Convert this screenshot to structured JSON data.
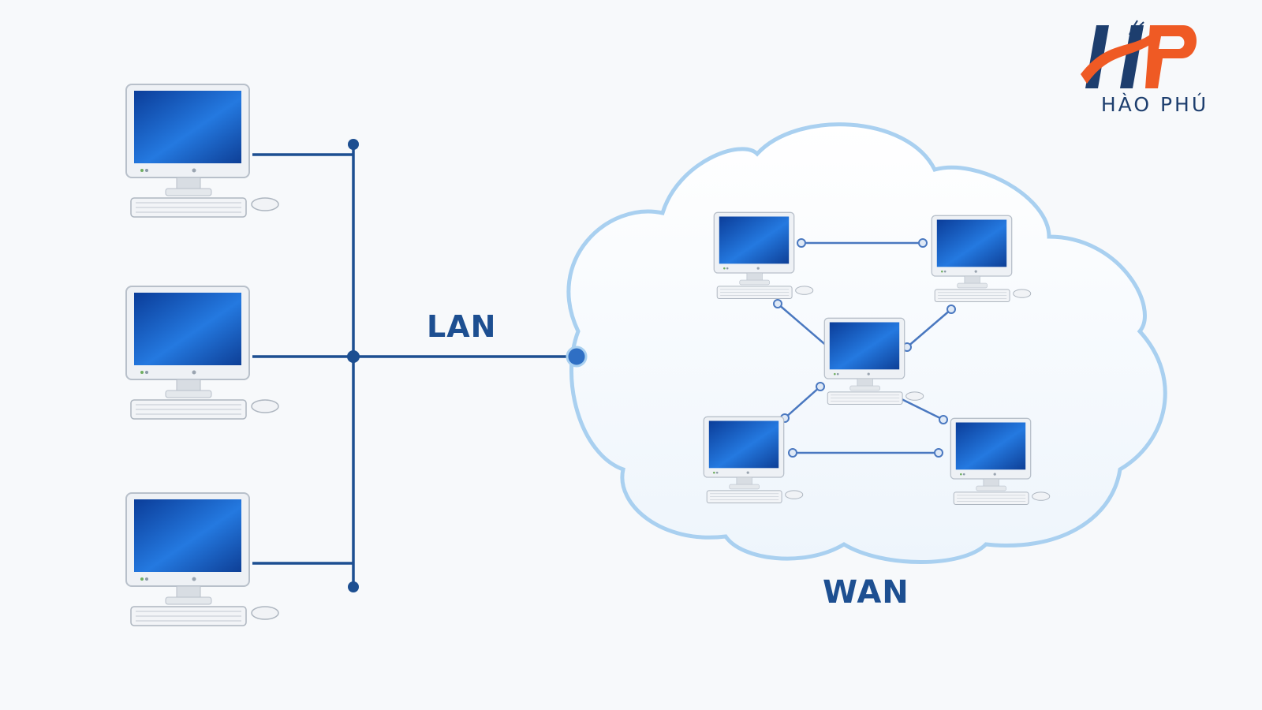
{
  "labels": {
    "lan": "LAN",
    "wan": "WAN"
  },
  "logo": {
    "text": "HÀO PHÚ",
    "monogram": "HP",
    "colors": {
      "navy": "#1d3e6e",
      "orange": "#ef5a24"
    }
  },
  "colors": {
    "link": "#1d4f91",
    "wan_link": "#4a78c0",
    "cloud_stroke": "#a9d0f0",
    "screen": "#1b5fc4"
  },
  "icons": {
    "computer": "desktop-computer-icon",
    "node": "connection-node-icon"
  },
  "computers": {
    "lan_count": 3,
    "wan_count": 5
  }
}
